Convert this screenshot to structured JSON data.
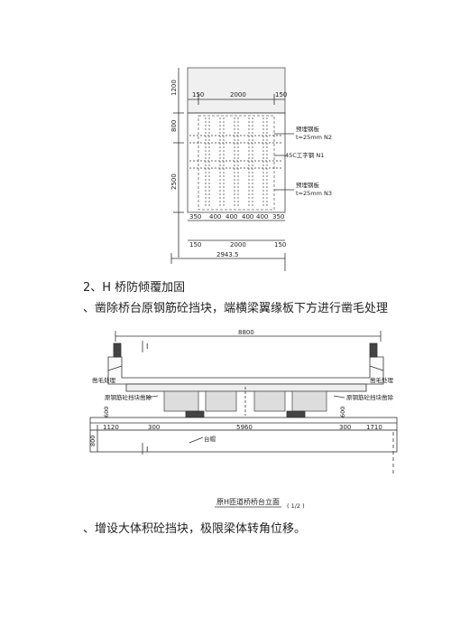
{
  "plan_drawing": {
    "dims_top": [
      "150",
      "2000",
      "150"
    ],
    "dims_left": [
      "1200",
      "800",
      "2500"
    ],
    "dims_bottom_row1": [
      "350",
      "400",
      "400",
      "400",
      "400",
      "350"
    ],
    "dims_bottom_row2": [
      "150",
      "2000",
      "150"
    ],
    "dim_total": "2943.5",
    "callout_n2": [
      "预埋钢板",
      "t=25mm N2"
    ],
    "callout_n1": "45C工字钢 N1",
    "callout_n3": [
      "预埋钢板",
      "t=25mm N3"
    ]
  },
  "section_heading": "2、H 桥防倾覆加固",
  "paragraph_1": "、凿除桥台原钢筋砼挡块，端横梁翼缘板下方进行凿毛处理",
  "elevation_drawing": {
    "top_dim": "8800",
    "section_mark_top": "I",
    "section_mark_bottom": "I",
    "label_left_roughen": "凿毛处理",
    "label_right_roughen": "凿毛处理",
    "label_left_demolish": "原钢筋砼挡块凿除",
    "label_right_demolish": "原钢筋砼挡块凿除",
    "dims_bottom": [
      "1120",
      "300",
      "5960",
      "300",
      "1710"
    ],
    "dim_left_600": "600",
    "dim_right_600": "600",
    "dim_800": "800",
    "label_cap": "台帽",
    "title": "原H匝道桥桥台立面",
    "scale": "( 1/2 )"
  },
  "paragraph_2": "、增设大体积砼挡块，极限梁体转角位移。"
}
